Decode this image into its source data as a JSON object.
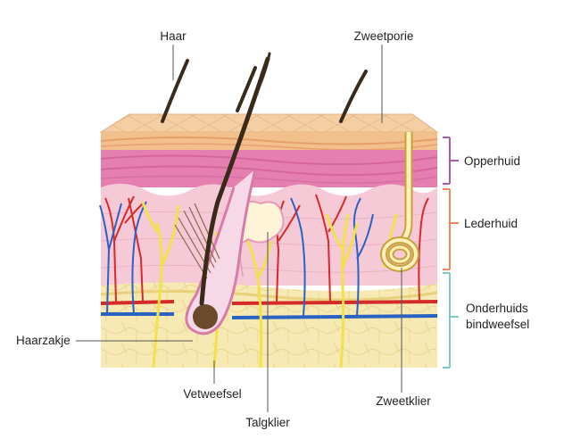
{
  "labels": {
    "hair": "Haar",
    "sweat_pore": "Zweetporie",
    "epidermis": "Opperhuid",
    "dermis": "Lederhuid",
    "subcutis_line1": "Onderhuids",
    "subcutis_line2": "bindweefsel",
    "hair_follicle": "Haarzakje",
    "fat_tissue": "Vetweefsel",
    "sebaceous_gland": "Talgklier",
    "sweat_gland": "Zweetklier"
  },
  "colors": {
    "epidermis_bracket": "#a85ba8",
    "dermis_bracket": "#e8875a",
    "subcutis_bracket": "#7fc8c8",
    "artery": "#d42a2a",
    "vein": "#2a62c4",
    "nerve": "#f1e24a",
    "hair": "#3a2a1a",
    "fat": "#f7e9b4",
    "dermis": "#f6c9d6"
  }
}
